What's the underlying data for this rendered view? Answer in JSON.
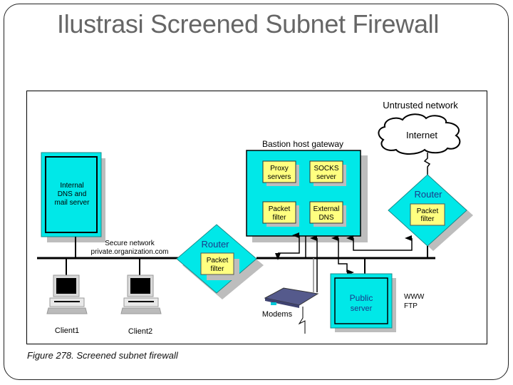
{
  "slide": {
    "title": "Ilustrasi Screened Subnet Firewall",
    "caption": "Figure 278.  Screened subnet firewall"
  },
  "diagram": {
    "untrusted_network_label": "Untrusted network",
    "internet_label": "Internet",
    "bastion": {
      "title": "Bastion host gateway",
      "components": [
        {
          "line1": "Proxy",
          "line2": "servers"
        },
        {
          "line1": "SOCKS",
          "line2": "server"
        },
        {
          "line1": "Packet",
          "line2": "filter"
        },
        {
          "line1": "External",
          "line2": "DNS"
        }
      ]
    },
    "internal_server": {
      "line1": "Internal",
      "line2": "DNS and",
      "line3": "mail server"
    },
    "secure_network": {
      "line1": "Secure network",
      "line2": "private.organization.com"
    },
    "inner_router": {
      "title": "Router",
      "filter_line1": "Packet",
      "filter_line2": "filter"
    },
    "outer_router": {
      "title": "Router",
      "filter_line1": "Packet",
      "filter_line2": "filter"
    },
    "public_server": {
      "line1": "Public",
      "line2": "server"
    },
    "public_services": {
      "line1": "WWW",
      "line2": "FTP"
    },
    "modems_label": "Modems",
    "clients": [
      "Client1",
      "Client2"
    ],
    "colors": {
      "cyan": "#00E8E8",
      "yellow": "#FFFF80",
      "shadow": "#BDBDBD",
      "line": "#000000",
      "title_gray": "#666666"
    }
  }
}
